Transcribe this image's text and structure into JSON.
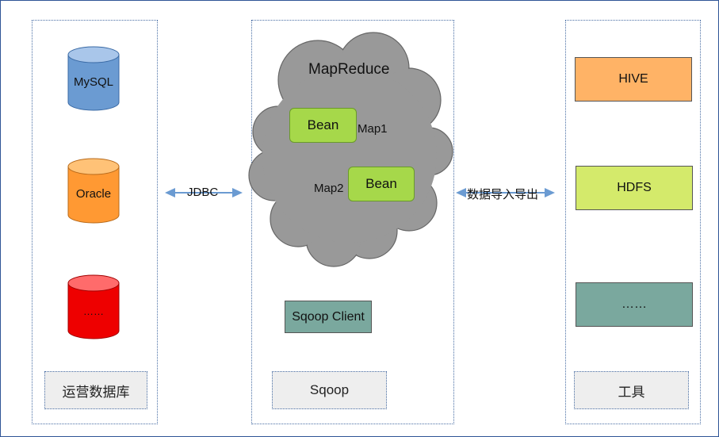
{
  "colors": {
    "mysql": "#6b9bd2",
    "oracle": "#ff9933",
    "other_db": "#ee0000",
    "hive": "#ffb366",
    "hdfs": "#d4ea6b",
    "ellipsis_tool": "#7aa89e",
    "sqoop_client": "#7aa89e",
    "bean": "#a6d84a",
    "cloud": "#999999",
    "arrow": "#6b9bd2"
  },
  "left_panel": {
    "databases": [
      {
        "label": "MySQL",
        "icon": "database-cylinder-icon"
      },
      {
        "label": "Oracle",
        "icon": "database-cylinder-icon"
      },
      {
        "label": "……",
        "icon": "database-cylinder-icon"
      }
    ],
    "caption": "运营数据库"
  },
  "arrow_left": {
    "label": "JDBC"
  },
  "middle_panel": {
    "cloud": {
      "title": "MapReduce",
      "bean1": "Bean",
      "map1": "Map1",
      "bean2": "Bean",
      "map2": "Map2"
    },
    "client": "Sqoop Client",
    "caption": "Sqoop"
  },
  "arrow_right": {
    "label": "数据导入导出"
  },
  "right_panel": {
    "tools": [
      {
        "label": "HIVE"
      },
      {
        "label": "HDFS"
      },
      {
        "label": "……"
      }
    ],
    "caption": "工具"
  }
}
